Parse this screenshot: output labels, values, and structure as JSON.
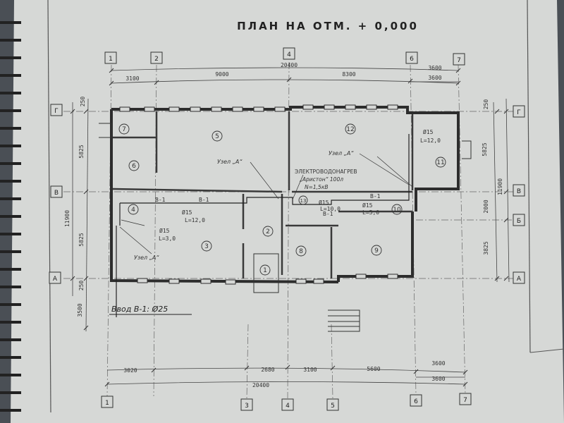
{
  "title": "ПЛАН НА ОТМ. + 0,000",
  "axes": {
    "top": [
      "1",
      "2",
      "4",
      "6",
      "7"
    ],
    "bottom": [
      "1",
      "3",
      "4",
      "5",
      "6",
      "7"
    ],
    "left": [
      "Г",
      "В",
      "А"
    ],
    "right": [
      "Г",
      "В",
      "Б",
      "А"
    ]
  },
  "dimensions": {
    "top_total": "20400",
    "top_segments": [
      "3100",
      "9000",
      "8300",
      "3600"
    ],
    "top_right_extra": "3600",
    "bottom_segments": [
      "3020",
      "2680",
      "3100",
      "5600",
      "3600"
    ],
    "bottom_total": "20400",
    "bottom_right_extra": "3600",
    "left_total": "11900",
    "left_segments": [
      "250",
      "5825",
      "5825",
      "250",
      "3500"
    ],
    "right_total": "11900",
    "right_segments": [
      "250",
      "5825",
      "2000",
      "3825"
    ]
  },
  "rooms": [
    "1",
    "2",
    "3",
    "4",
    "5",
    "6",
    "7",
    "8",
    "9",
    "10",
    "11",
    "12",
    "13"
  ],
  "labels": {
    "node_a_1": "Узел „А“",
    "node_a_2": "Узел „А“",
    "node_a_3": "Узел „А“",
    "heater": "ЭЛЕКТРОВОДОНАГРЕВ",
    "heater_model": "„Аристон“ 100л",
    "heater_power": "N=1,5кВ",
    "pipe_1": "Ø15",
    "pipe_1_len": "L=12,0",
    "pipe_2": "Ø15",
    "pipe_2_len": "L=3,0",
    "pipe_3": "Ø15",
    "pipe_3_len": "L=10,0",
    "pipe_4": "Ø15",
    "pipe_4_len": "L=5,0",
    "pipe_5": "Ø15",
    "pipe_5_len": "L=12,0",
    "b1_a": "В-1",
    "b1_b": "В-1",
    "b1_c": "В-1",
    "b1_d": "В-1",
    "inlet": "Ввод В-1: Ø25"
  }
}
